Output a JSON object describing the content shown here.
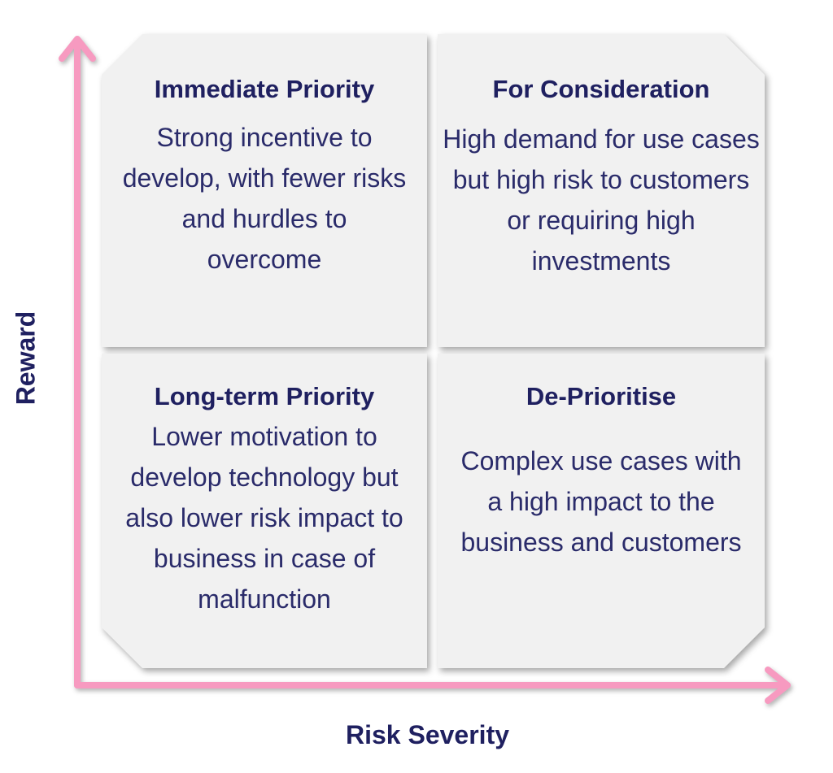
{
  "axes": {
    "x_label": "Risk Severity",
    "y_label": "Reward",
    "arrow_color": "#f79ac0"
  },
  "quadrants": [
    {
      "title": "Immediate Priority",
      "body": "Strong incentive to develop, with fewer risks and hurdles to overcome"
    },
    {
      "title": "For Consideration",
      "body": "High demand for use cases but high risk to customers or requiring high investments"
    },
    {
      "title": "Long-term Priority",
      "body": "Lower motivation to develop technology but also lower risk impact to business in case of malfunction"
    },
    {
      "title": "De-Prioritise",
      "body": "Complex use cases with a high impact to the business and customers"
    }
  ]
}
